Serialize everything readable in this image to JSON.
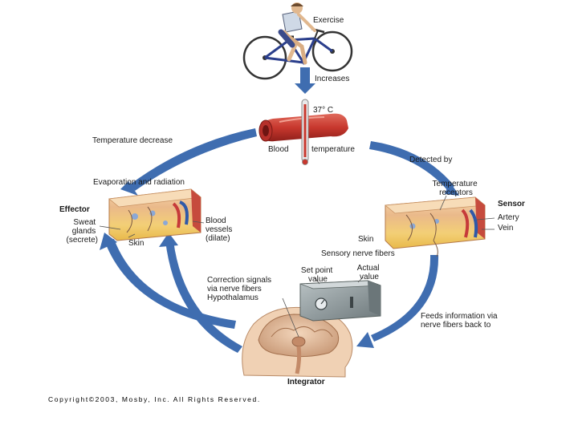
{
  "stimulus": {
    "label": "Exercise",
    "result": "Increases",
    "icon": "cyclist-icon"
  },
  "core": {
    "temperature": "37° C",
    "blood": "Blood",
    "measure": "temperature"
  },
  "left_arrow_label": "Temperature decrease",
  "right_arrow_label": "Detected by",
  "effector": {
    "title": "Effector",
    "top_label": "Evaporation and radiation",
    "sweat_label_lines": [
      "Sweat",
      "glands",
      "(secrete)"
    ],
    "vessels_label_lines": [
      "Blood",
      "vessels",
      "(dilate)"
    ],
    "skin_label": "Skin"
  },
  "sensor": {
    "title": "Sensor",
    "receptors_lines": [
      "Temperature",
      "receptors"
    ],
    "artery": "Artery",
    "vein": "Vein",
    "skin_label": "Skin",
    "nerve_label": "Sensory nerve fibers"
  },
  "integrator": {
    "title": "Integrator",
    "signals_lines": [
      "Correction signals",
      "via nerve fibers",
      "Hypothalamus"
    ],
    "feeds_lines": [
      "Feeds information via",
      "nerve fibers back to"
    ],
    "set_point_lines": [
      "Set point",
      "value"
    ],
    "actual_value_lines": [
      "Actual",
      "value"
    ]
  },
  "copyright": "Copyright©2003, Mosby, Inc. All Rights Reserved.",
  "colors": {
    "arrow_blue": "#3f6db0",
    "skin_top": "#f1c99a",
    "fat_layer": "#f2d06b",
    "vessel_red": "#c63a3a",
    "thermostat_gray": "#8a9598",
    "brain_tan": "#e3c2a6"
  }
}
